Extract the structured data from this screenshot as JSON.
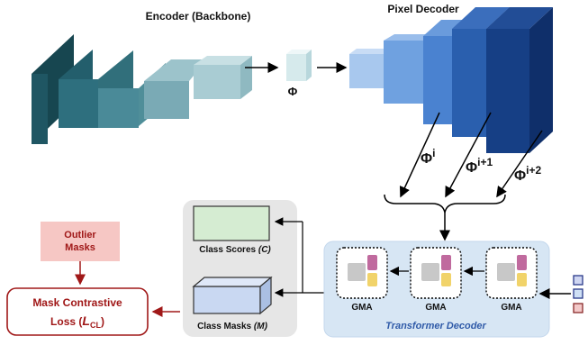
{
  "title_encoder": "Encoder (Backbone)",
  "title_decoder": "Pixel Decoder",
  "phi": "Φ",
  "phi_levels": [
    {
      "base": "Φ",
      "sup": "i"
    },
    {
      "base": "Φ",
      "sup": "i+1"
    },
    {
      "base": "Φ",
      "sup": "i+2"
    }
  ],
  "class_scores": "Class Scores (C)",
  "class_scores_text": "Class Scores ",
  "class_scores_sym": "(C)",
  "class_masks_text": "Class Masks ",
  "class_masks_sym": "(M)",
  "gma_label": "GMA",
  "transformer_decoder": "Transformer Decoder",
  "outlier_masks_line1": "Outlier",
  "outlier_masks_line2": "Masks",
  "loss_line1": "Mask Contrastive",
  "loss_line2_text": "Loss (",
  "loss_symbol": "L",
  "loss_sub": "CL",
  "loss_close": ")",
  "colors": {
    "encoder_dark": "#1f4a55",
    "decoder_dark": "#0f2f6a",
    "red": "#a01818",
    "td_bg": "#d7e6f4",
    "gray_panel": "#e6e6e6"
  }
}
